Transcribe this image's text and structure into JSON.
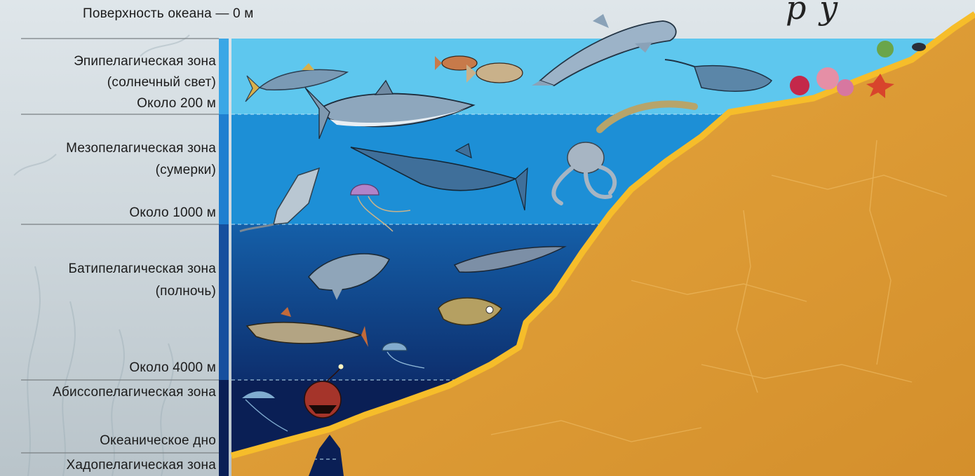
{
  "surface": {
    "label": "Поверхность океана — 0 м"
  },
  "title_fragment": "р у",
  "depth_marks": {
    "m200": "Около 200 м",
    "m1000": "Около 1000 м",
    "m4000": "Около 4000 м",
    "floor": "Океаническое дно"
  },
  "zones": {
    "epi": {
      "name": "Эпипелагическая зона",
      "sub": "(солнечный свет)"
    },
    "meso": {
      "name": "Мезопелагическая зона",
      "sub": "(сумерки)"
    },
    "bathy": {
      "name": "Батипелагическая зона",
      "sub": "(полночь)"
    },
    "abysso": {
      "name": "Абиссопелагическая зона"
    },
    "hado": {
      "name": "Хадопелагическая зона"
    }
  },
  "colors": {
    "epi": "#5ec7ee",
    "meso": "#1d8fd6",
    "bathy_top": "#155fa8",
    "bathy_bottom": "#0d2f6e",
    "abyss": "#0a1f55",
    "sand": "#e0a13a",
    "sand_edge": "#f4b92e",
    "side_bar": "#1f6fc4"
  }
}
